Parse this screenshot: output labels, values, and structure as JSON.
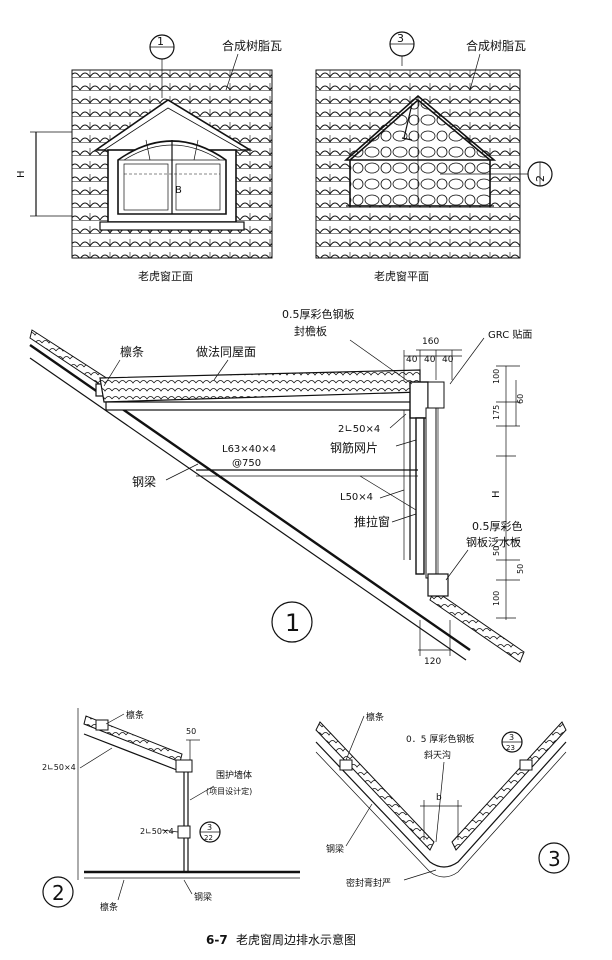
{
  "top": {
    "front": {
      "section_id": "1",
      "label_material": "合成树脂瓦",
      "height_label": "H",
      "width_label": "B",
      "caption": "老虎窗正面"
    },
    "plan": {
      "section_id": "3",
      "section_id_right": "2",
      "label_material": "合成树脂瓦",
      "caption": "老虎窗平面"
    }
  },
  "section1": {
    "number": "1",
    "steel_sheet_label": "0.5厚彩色钢板",
    "eave_board_label": "封檐板",
    "purlin_label": "檩条",
    "roof_label": "做法同屋面",
    "grc_label": "GRC 贴面",
    "dim_top": "160",
    "dims_40": [
      "40",
      "40",
      "40"
    ],
    "member_1": "2∟50×4",
    "member_2": "L63×40×4",
    "member_2_spacing": "@750",
    "mesh_label": "钢筋网片",
    "angle_label": "L50×4",
    "beam_label": "钢梁",
    "window_label": "推拉窗",
    "flashing_label_1": "0.5厚彩色",
    "flashing_label_2": "钢板泛水板",
    "vdims": [
      "100",
      "60",
      "175",
      "H",
      "50",
      "50",
      "100"
    ],
    "bottom_dim": "120"
  },
  "section2": {
    "number": "2",
    "purlin_top": "檩条",
    "member_top": "2∟50×4",
    "dim_50": "50",
    "wall_label_1": "围护墙体",
    "wall_label_2": "(项目设计定)",
    "member_bottom": "2∟50×4",
    "ref_top": "3",
    "ref_bottom": "22",
    "purlin_bottom": "檩条",
    "beam_label": "钢梁"
  },
  "section3": {
    "number": "3",
    "purlin_label": "檩条",
    "steel_label": "0．5 厚彩色钢板",
    "gutter_label": "斜天沟",
    "ref_top": "3",
    "ref_bottom": "23",
    "b_label": "b",
    "beam_label": "钢梁",
    "seal_label": "密封膏封严"
  },
  "caption": {
    "number": "6-7",
    "title": "老虎窗周边排水示意图"
  }
}
